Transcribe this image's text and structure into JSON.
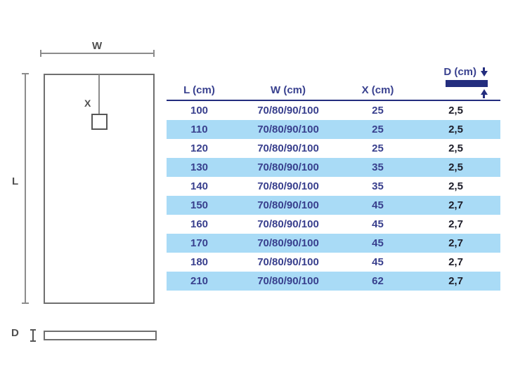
{
  "diagram": {
    "width_label": "W",
    "drain_label": "X",
    "length_label": "L",
    "depth_label": "D"
  },
  "table": {
    "headers": {
      "length": "L (cm)",
      "width": "W (cm)",
      "drain": "X (cm)",
      "depth": "D (cm)"
    },
    "rows": [
      {
        "l": "100",
        "w": "70/80/90/100",
        "x": "25",
        "d": "2,5"
      },
      {
        "l": "110",
        "w": "70/80/90/100",
        "x": "25",
        "d": "2,5"
      },
      {
        "l": "120",
        "w": "70/80/90/100",
        "x": "25",
        "d": "2,5"
      },
      {
        "l": "130",
        "w": "70/80/90/100",
        "x": "35",
        "d": "2,5"
      },
      {
        "l": "140",
        "w": "70/80/90/100",
        "x": "35",
        "d": "2,5"
      },
      {
        "l": "150",
        "w": "70/80/90/100",
        "x": "45",
        "d": "2,7"
      },
      {
        "l": "160",
        "w": "70/80/90/100",
        "x": "45",
        "d": "2,7"
      },
      {
        "l": "170",
        "w": "70/80/90/100",
        "x": "45",
        "d": "2,7"
      },
      {
        "l": "180",
        "w": "70/80/90/100",
        "x": "45",
        "d": "2,7"
      },
      {
        "l": "210",
        "w": "70/80/90/100",
        "x": "62",
        "d": "2,7"
      }
    ]
  },
  "icons": {
    "depth_down_arrow": "arrow-down",
    "depth_up_arrow": "arrow-up",
    "depth_bar": "thickness-bar"
  },
  "colors": {
    "accent_navy": "#232d7e",
    "row_highlight_blue": "#a9dbf6",
    "header_text_navy": "#39418f",
    "data_text_navy": "#383f8d",
    "depth_text_dark": "#1c1c28",
    "diagram_line_gray": "#8c8c8c",
    "diagram_label_gray": "#4f4f4f"
  }
}
